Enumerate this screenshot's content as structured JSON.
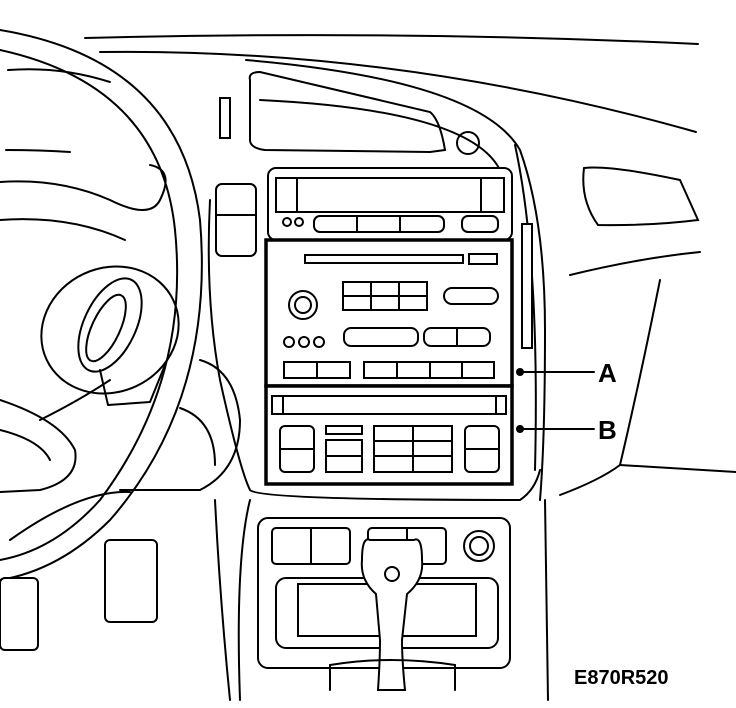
{
  "callouts": {
    "a": "A",
    "b": "B"
  },
  "figure_code": "E870R520",
  "colors": {
    "line": "#000000",
    "background": "#ffffff"
  }
}
